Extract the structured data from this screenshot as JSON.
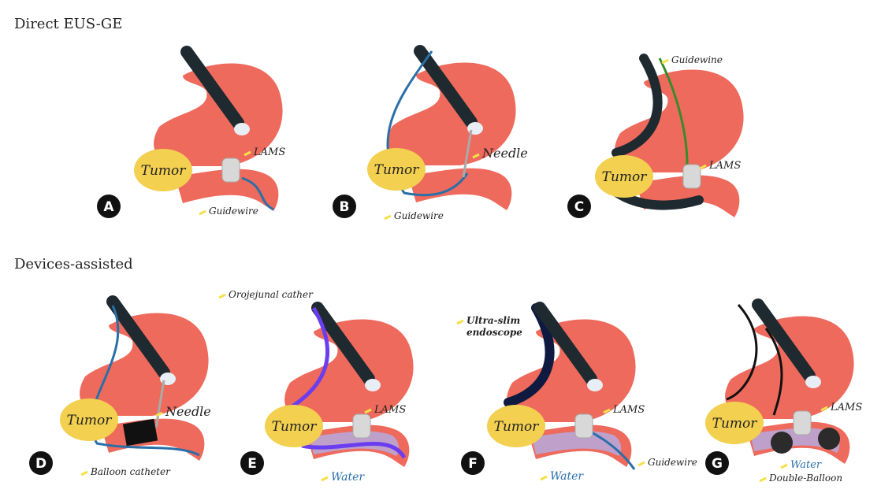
{
  "sections": {
    "direct": "Direct EUS-GE",
    "devices": "Devices-assisted"
  },
  "tumor_label": "Tumor",
  "panels": [
    {
      "letter": "A",
      "labels": [
        "LAMS",
        "Guidewire"
      ]
    },
    {
      "letter": "B",
      "labels": [
        "Needle",
        "Guidewire"
      ]
    },
    {
      "letter": "C",
      "labels": [
        "Guidewine",
        "LAMS"
      ]
    },
    {
      "letter": "D",
      "labels": [
        "Needle",
        "Balloon catheter"
      ]
    },
    {
      "letter": "E",
      "labels": [
        "Orojejunal cather",
        "LAMS",
        "Water"
      ]
    },
    {
      "letter": "F",
      "labels": [
        "Ultra-slim endoscope",
        "LAMS",
        "Guidewire",
        "Water"
      ]
    },
    {
      "letter": "G",
      "labels": [
        "LAMS",
        "Water",
        "Double-Balloon"
      ]
    }
  ],
  "colors": {
    "stomach": "#ee6a5c",
    "tumor": "#f3d04f",
    "scope": "#1e2a30",
    "guidewire": "#2a6fa8",
    "catheter": "#6a3ef0",
    "water": "#b9a6d6",
    "arrow": "#f5e04a"
  }
}
